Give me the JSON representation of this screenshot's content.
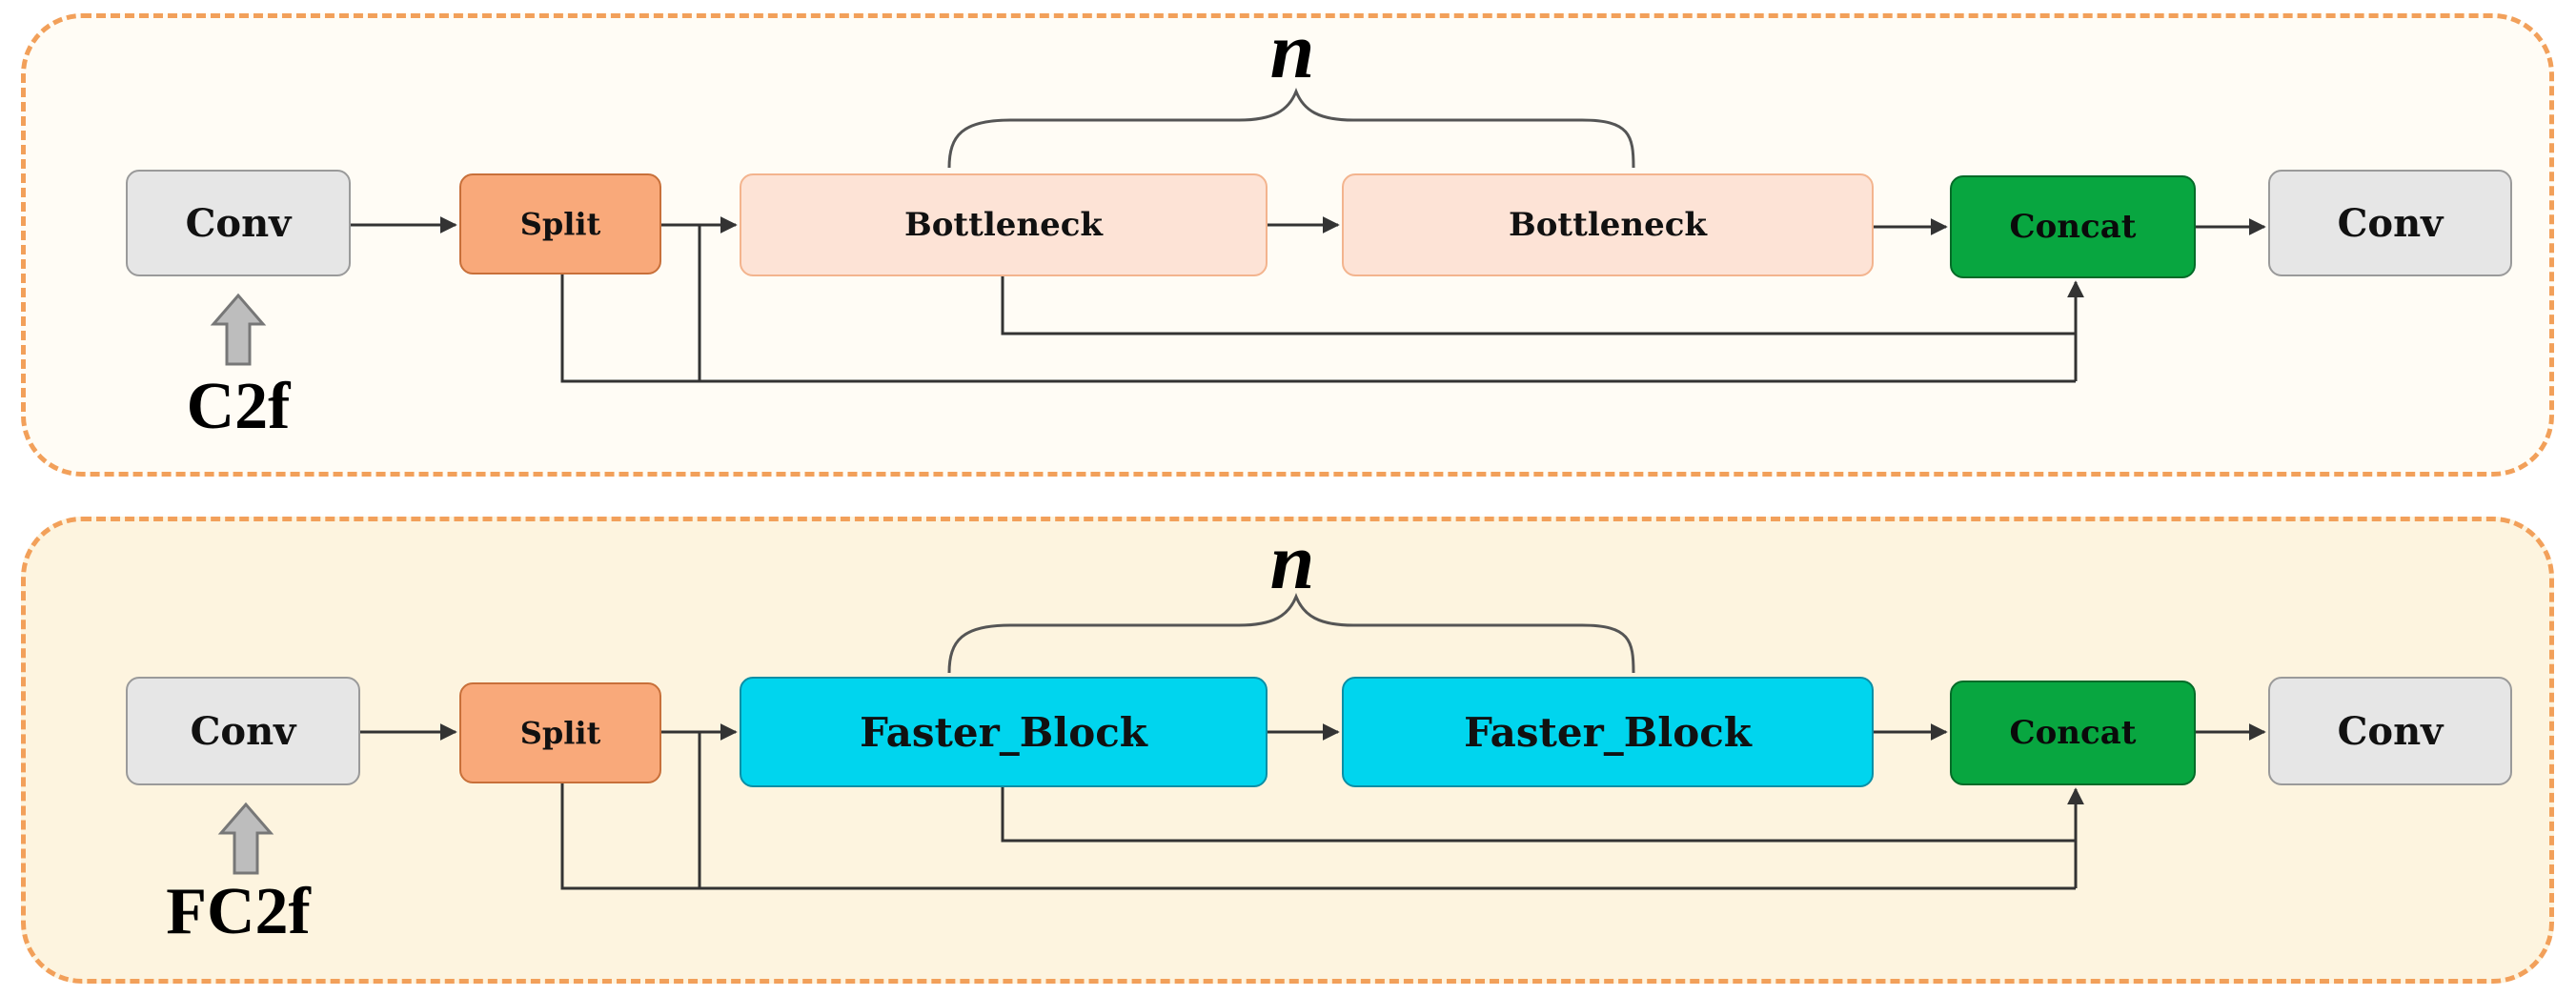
{
  "top": {
    "conv_in": "Conv",
    "split": "Split",
    "block_1": "Bottleneck",
    "block_2": "Bottleneck",
    "concat": "Concat",
    "conv_out": "Conv",
    "repeat": "n",
    "module_name": "C2f"
  },
  "bottom": {
    "conv_in": "Conv",
    "split": "Split",
    "block_1": "Faster_Block",
    "block_2": "Faster_Block",
    "concat": "Concat",
    "conv_out": "Conv",
    "repeat": "n",
    "module_name": "FC2f"
  },
  "colors": {
    "panel_border": "#f2a05a",
    "conv": "#e6e6e6",
    "split": "#f9a97a",
    "bottleneck": "#fde3d6",
    "faster_block": "#00d5ee",
    "concat": "#08a640"
  }
}
